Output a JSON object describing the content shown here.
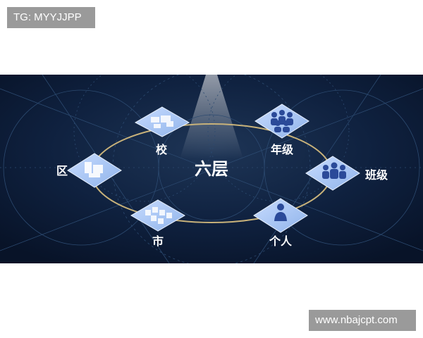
{
  "watermarks": {
    "top_left": "TG: MYYJJPP",
    "bottom_right": "www.nbajcpt.com"
  },
  "diagram": {
    "center_label": "六层",
    "nodes": [
      {
        "label": "校",
        "icon": "school-building-icon"
      },
      {
        "label": "年级",
        "icon": "people-group-icon"
      },
      {
        "label": "区",
        "icon": "district-building-icon"
      },
      {
        "label": "班级",
        "icon": "class-group-icon"
      },
      {
        "label": "市",
        "icon": "city-blocks-icon"
      },
      {
        "label": "个人",
        "icon": "person-icon"
      }
    ],
    "colors": {
      "background": "#0c1a33",
      "ellipse": "#c8b27a",
      "tile": "#a9c8f2",
      "figure": "#2b4a99"
    }
  }
}
